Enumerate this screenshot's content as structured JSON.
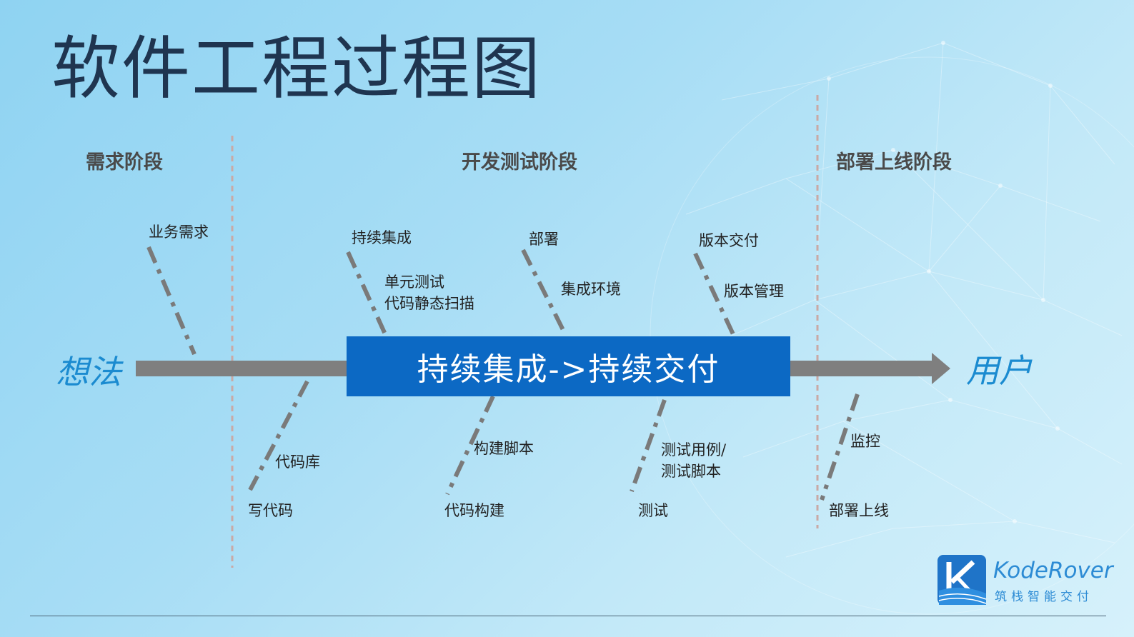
{
  "title": "软件工程过程图",
  "phases": {
    "requirements": "需求阶段",
    "dev_test": "开发测试阶段",
    "deploy": "部署上线阶段"
  },
  "endpoints": {
    "start": "想法",
    "end": "用户"
  },
  "center_box": "持续集成->持续交付",
  "branches": {
    "business_req": "业务需求",
    "ci": "持续集成",
    "unit_test": "单元测试",
    "static_scan": "代码静态扫描",
    "deploy": "部署",
    "integration_env": "集成环境",
    "release_delivery": "版本交付",
    "version_mgmt": "版本管理",
    "code_repo": "代码库",
    "write_code": "写代码",
    "build_script": "构建脚本",
    "code_build": "代码构建",
    "test_cases_1": "测试用例/",
    "test_cases_2": "测试脚本",
    "test": "测试",
    "monitor": "监控",
    "deploy_online": "部署上线"
  },
  "logo": {
    "name": "KodeRover",
    "tagline": "筑栈智能交付"
  },
  "colors": {
    "spine": "#7f7f7f",
    "center_box": "#0c69c4",
    "endpoint_text": "#1b8bd0",
    "divider": "#c9a9a6",
    "branch": "#7a7a7a"
  }
}
